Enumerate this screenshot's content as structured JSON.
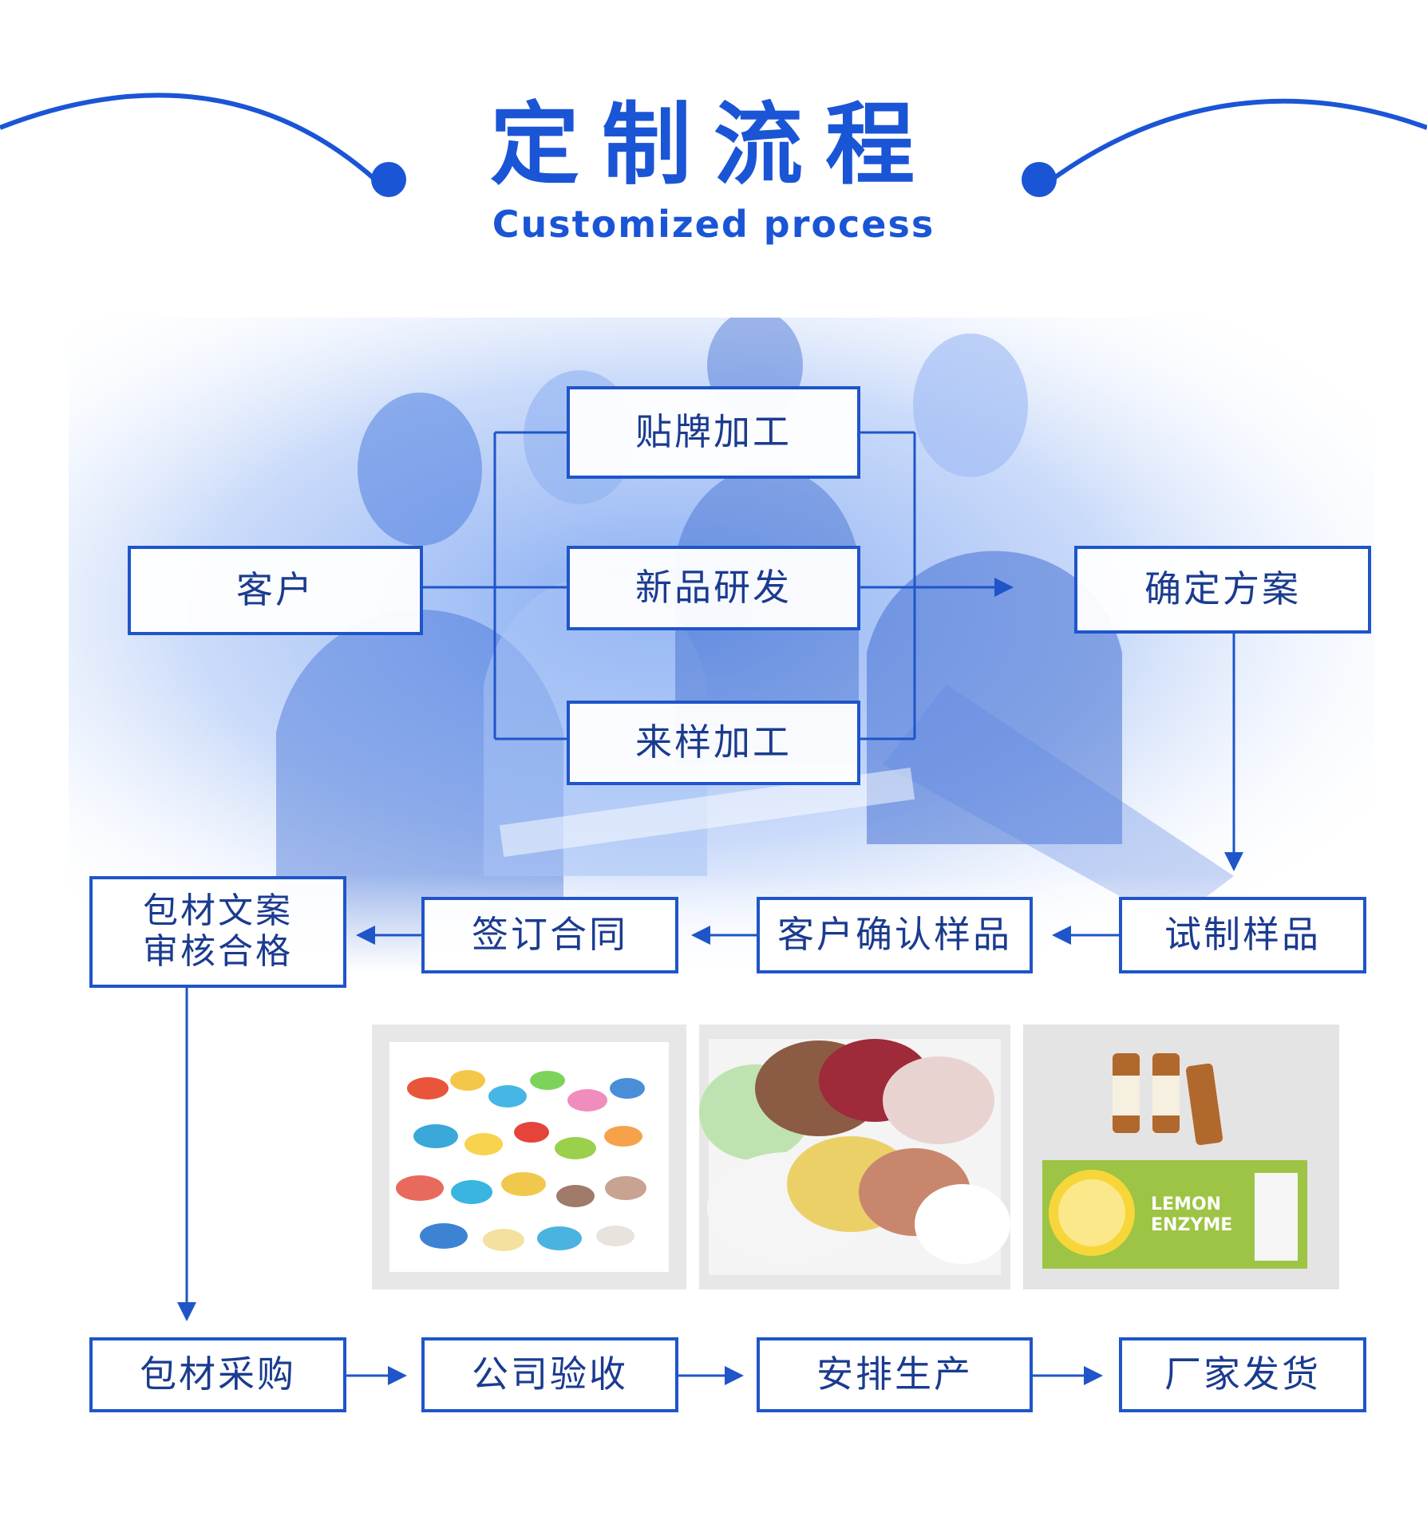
{
  "header": {
    "title": "定制流程",
    "subtitle": "Customized process"
  },
  "flow": {
    "customer": "客户",
    "oem": "贴牌加工",
    "new_product": "新品研发",
    "sample_processing": "来样加工",
    "confirm_plan": "确定方案",
    "trial_sample": "试制样品",
    "customer_confirm": "客户确认样品",
    "sign_contract": "签订合同",
    "packaging_review_line1": "包材文案",
    "packaging_review_line2": "审核合格",
    "packaging_purchase": "包材采购",
    "company_inspection": "公司验收",
    "arrange_production": "安排生产",
    "factory_shipping": "厂家发货"
  },
  "product_box": {
    "brand_line1": "LEMON",
    "brand_line2": "ENZYME"
  },
  "colors": {
    "accent": "#1a55d6",
    "box_border": "#1f55c9",
    "box_text": "#1a3b8f"
  }
}
